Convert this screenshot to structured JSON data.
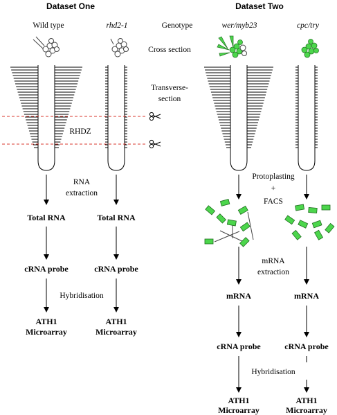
{
  "headers": {
    "dataset_one": "Dataset One",
    "dataset_two": "Dataset Two"
  },
  "genotypes": {
    "wild_type": "Wild type",
    "rhd2": "rhd2-1",
    "genotype_label": "Genotype",
    "wer": "wer/myb23",
    "cpc": "cpc/try"
  },
  "labels": {
    "cross_section": "Cross section",
    "transverse_1": "Transverse-",
    "transverse_2": "section",
    "rhdz": "RHDZ",
    "rna_extraction_1": "RNA",
    "rna_extraction_2": "extraction",
    "protoplasting": "Protoplasting",
    "plus": "+",
    "facs": "FACS",
    "mrna_extraction_1": "mRNA",
    "mrna_extraction_2": "extraction",
    "hybridisation_left": "Hybridisation",
    "hybridisation_right": "Hybridisation"
  },
  "products": {
    "total_rna": "Total RNA",
    "crna_probe": "cRNA probe",
    "mrna": "mRNA",
    "ath1": "ATH1",
    "microarray": "Microarray"
  },
  "colors": {
    "cell_green": "#4cd64c",
    "cut_line": "#d9342b"
  },
  "icons": [
    "scissors-icon",
    "root-diagram",
    "cross-section-icon",
    "protoplast-cell"
  ]
}
